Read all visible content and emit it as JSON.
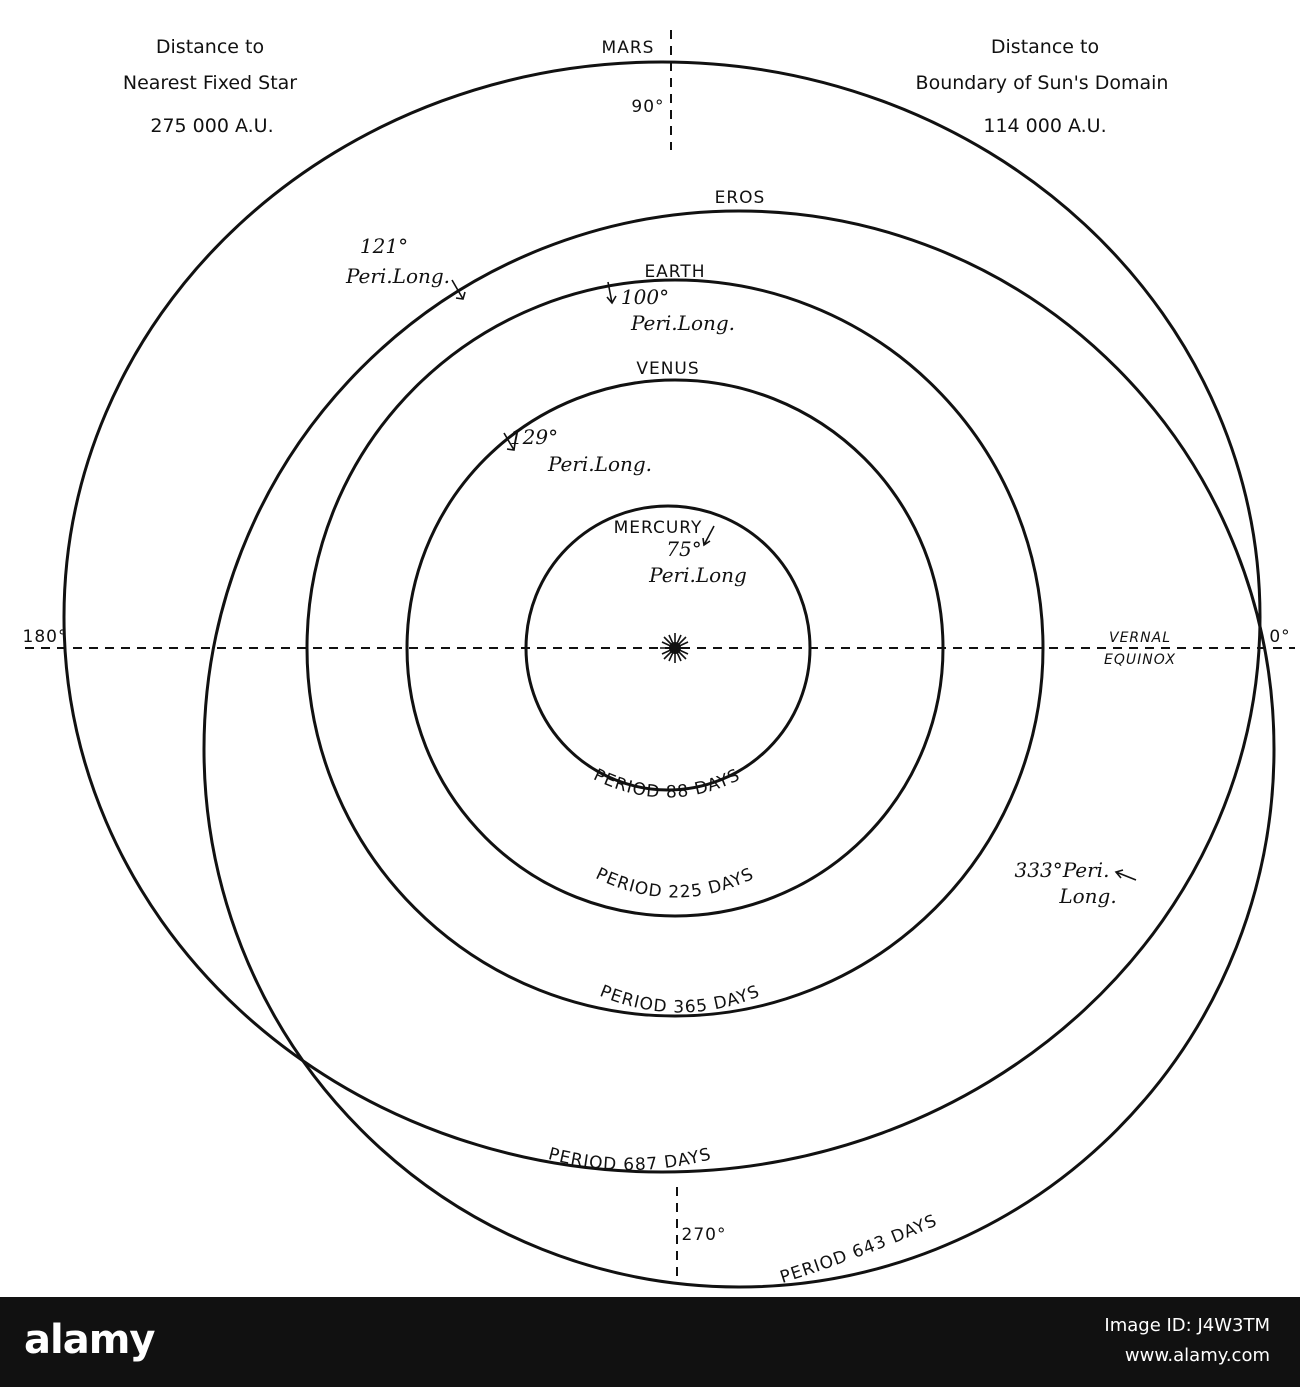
{
  "top_left": {
    "line1": "Distance to",
    "line2": "Nearest Fixed Star",
    "line3": "275 000 A.U."
  },
  "top_right": {
    "line1": "Distance to",
    "line2": "Boundary of Sun's Domain",
    "line3": "114 000 A.U."
  },
  "planets": {
    "mars": "MARS",
    "eros": "EROS",
    "earth": "EARTH",
    "venus": "VENUS",
    "mercury": "MERCURY"
  },
  "angles": {
    "deg90": "90°",
    "deg180": "180°",
    "deg0": "0°",
    "deg270": "270°"
  },
  "equinox": {
    "line1": "VERNAL",
    "line2": "EQUINOX"
  },
  "perihelia": {
    "eros_deg": "121°",
    "eros_text": "Peri.Long.",
    "earth_deg": "100°",
    "earth_text": "Peri.Long.",
    "venus_deg": "129°",
    "venus_text": "Peri.Long.",
    "mercury_deg": "75°",
    "mercury_text": "Peri.Long",
    "mars_deg": "333°Peri.",
    "mars_text": "Long."
  },
  "periods": {
    "mercury": "PERIOD 88 DAYS",
    "venus": "PERIOD 225 DAYS",
    "earth": "PERIOD 365 DAYS",
    "mars": "PERIOD 687 DAYS",
    "eros": "PERIOD 643 DAYS"
  },
  "footer": {
    "logo": "alamy",
    "image_id": "Image ID: J4W3TM",
    "site": "www.alamy.com"
  }
}
